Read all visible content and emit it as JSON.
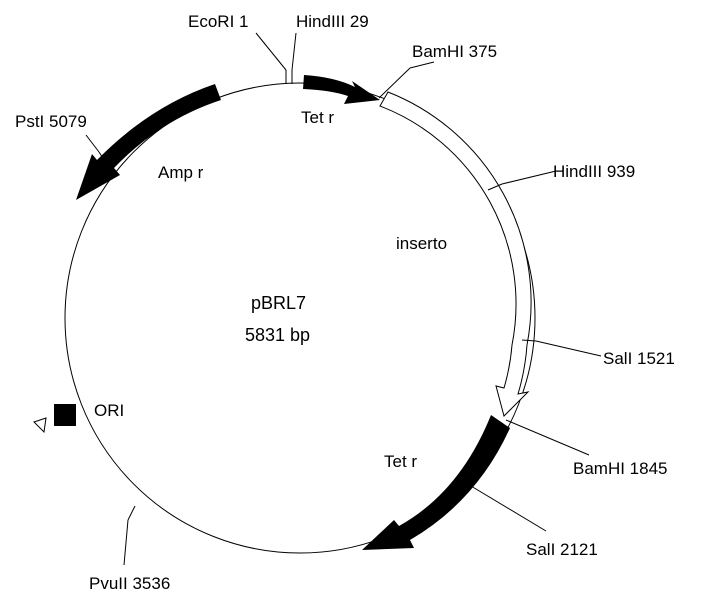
{
  "map": {
    "name": "pBRL7",
    "size": "5831 bp",
    "colors": {
      "line": "#000000",
      "feature": "#000000",
      "insert_fill": "#ffffff"
    }
  },
  "sites": {
    "ecori": "EcoRI 1",
    "hindiii_29": "HindIII 29",
    "bamhi_375": "BamHI 375",
    "hindiii_939": "HindIII 939",
    "sali_1521": "SalI 1521",
    "bamhi_1845": "BamHI 1845",
    "sali_2121": "SalI 2121",
    "pvuii": "PvuII 3536",
    "psti": "PstI 5079"
  },
  "features": {
    "tet_r_upper": "Tet r",
    "tet_r_lower": "Tet r",
    "amp_r": "Amp r",
    "insert": "inserto",
    "ori": "ORI"
  }
}
